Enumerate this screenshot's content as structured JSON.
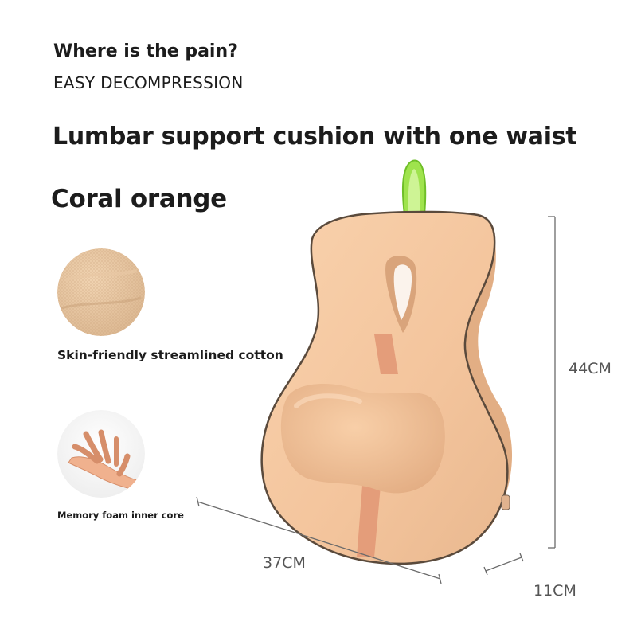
{
  "header": {
    "question": "Where is the pain?",
    "subtitle": "EASY DECOMPRESSION",
    "headline": "Lumbar support cushion with one waist",
    "color_name": "Coral orange"
  },
  "features": [
    {
      "label": "Skin-friendly streamlined cotton"
    },
    {
      "label": "Memory foam inner core"
    }
  ],
  "dimensions": {
    "height": "44CM",
    "width": "37CM",
    "depth": "11CM"
  },
  "colors": {
    "cushion": "#f5c9a3",
    "strap": "#e8a583",
    "handle": "#8ede3a",
    "text": "#1c1c1c"
  }
}
